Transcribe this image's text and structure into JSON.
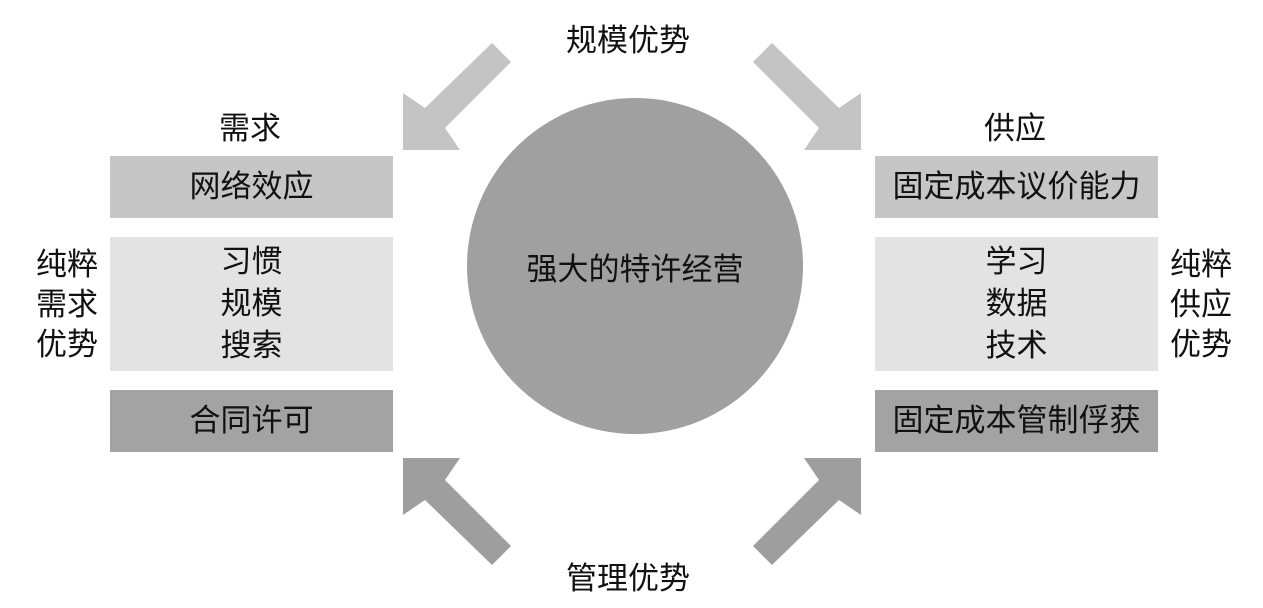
{
  "top_label": "规模优势",
  "bottom_label": "管理优势",
  "center": {
    "label": "强大的特许经营"
  },
  "demand": {
    "header": "需求",
    "side_label_lines": [
      "纯粹",
      "需求",
      "优势"
    ],
    "boxes": {
      "top": "网络效应",
      "middle_lines": [
        "习惯",
        "规模",
        "搜索"
      ],
      "bottom": "合同许可"
    }
  },
  "supply": {
    "header": "供应",
    "side_label_lines": [
      "纯粹",
      "供应",
      "优势"
    ],
    "boxes": {
      "top": "固定成本议价能力",
      "middle_lines": [
        "学习",
        "数据",
        "技术"
      ],
      "bottom": "固定成本管制俘获"
    }
  },
  "colors": {
    "circle": "#a0a0a0",
    "box_top": "#c6c6c6",
    "box_middle": "#e3e3e3",
    "box_bottom": "#a3a3a3",
    "arrow_top": "#c4c4c4",
    "arrow_bottom": "#9e9e9e"
  }
}
